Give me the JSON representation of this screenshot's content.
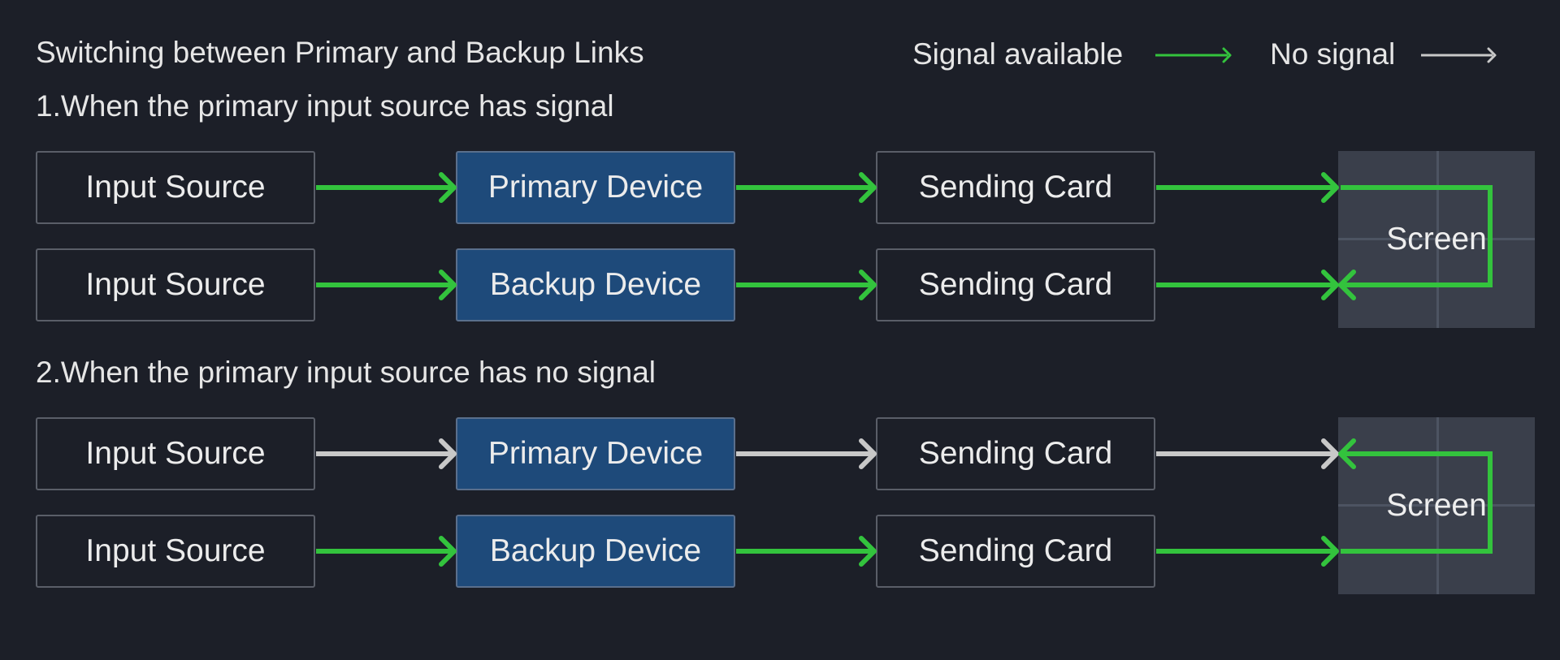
{
  "title": "Switching between Primary and Backup Links",
  "legend": {
    "available_label": "Signal available",
    "none_label": "No signal"
  },
  "colors": {
    "signal": "#33c33d",
    "no_signal": "#c8c8c8",
    "device_fill": "#1e4a7a",
    "screen_fill": "#3a3f4b",
    "background": "#1c1f28"
  },
  "scenarios": [
    {
      "heading": "1.When the primary input source has signal",
      "rows": [
        {
          "nodes": [
            "Input Source",
            "Primary Device",
            "Sending Card"
          ],
          "links": [
            "signal",
            "signal",
            "signal"
          ]
        },
        {
          "nodes": [
            "Input Source",
            "Backup Device",
            "Sending Card"
          ],
          "links": [
            "signal",
            "signal",
            "signal"
          ]
        }
      ],
      "screen_label": "Screen",
      "active_path": "primary"
    },
    {
      "heading": "2.When the primary input source has no signal",
      "rows": [
        {
          "nodes": [
            "Input Source",
            "Primary Device",
            "Sending Card"
          ],
          "links": [
            "no_signal",
            "no_signal",
            "no_signal"
          ]
        },
        {
          "nodes": [
            "Input Source",
            "Backup Device",
            "Sending Card"
          ],
          "links": [
            "signal",
            "signal",
            "signal"
          ]
        }
      ],
      "screen_label": "Screen",
      "active_path": "backup"
    }
  ]
}
